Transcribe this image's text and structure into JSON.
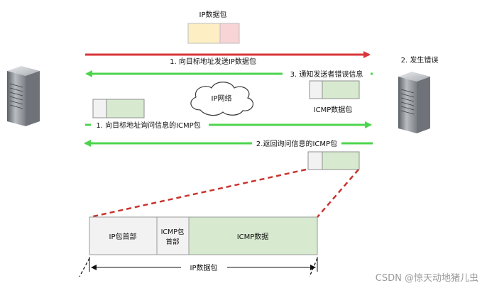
{
  "packet_top": {
    "label": "IP数据包"
  },
  "arrows": {
    "a1": "1. 向目标地址发送IP数据包",
    "a3": "3. 通知发送者错误信息",
    "b1": "1. 向目标地址询问信息的ICMP包",
    "b2": "2.返回询问信息的ICMP包"
  },
  "router_label": "2. 发生错误",
  "cloud_label": "IP网络",
  "icmp_pkt_label": "ICMP数据包",
  "detail": {
    "ip_header": "IP包首部",
    "icmp_header_l1": "ICMP包",
    "icmp_header_l2": "首部",
    "icmp_data": "ICMP数据",
    "total": "IP数据包"
  },
  "watermark": "CSDN @惊天动地猪儿虫",
  "colors": {
    "red_arrow": "#d9353a",
    "green_arrow": "#4cd44c",
    "yellow_fill": "#fdeec4",
    "pink_fill": "#f9d4d6",
    "green_fill": "#d7eacf",
    "gray_fill": "#f2f2f2",
    "dash_red": "#c8342f"
  }
}
